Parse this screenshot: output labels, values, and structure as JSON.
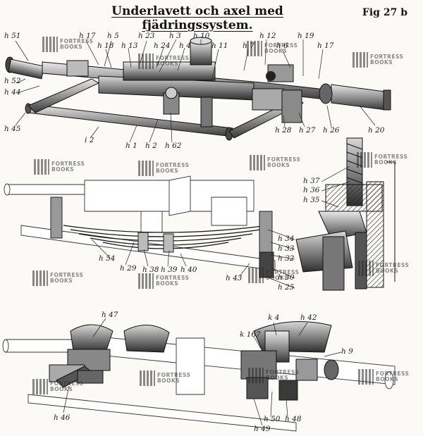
{
  "header": {
    "title": "Underlavett och axel med fjädringssystem.",
    "figure": "Fig 27 b"
  },
  "labels": {
    "h51": "h 51",
    "h17a": "h 17",
    "h5": "h 5",
    "h18": "h 18",
    "h13": "h 13",
    "h23": "h 23",
    "h24": "h 24",
    "h3": "h 3",
    "h4": "h 4",
    "h10": "h 10",
    "h11": "h 11",
    "h7": "h 7",
    "h12": "h 12",
    "h6": "h 6",
    "h19": "h 19",
    "h17b": "h 17",
    "h52": "h 52",
    "h44": "h 44",
    "h45": "h 45",
    "i2": "i 2",
    "h1": "h 1",
    "h2": "h 2",
    "h62": "h 62",
    "h28": "h 28",
    "h27": "h 27",
    "h26": "h 26",
    "h20": "h 20",
    "h37": "h 37",
    "h36": "h 36",
    "h35": "h 35",
    "h34": "h 34",
    "h33": "h 33",
    "h32": "h 32",
    "h30": "h 30",
    "h25": "h 25",
    "h54": "h 54",
    "h29": "h 29",
    "h38": "h 38",
    "h39": "h 39",
    "h40": "h 40",
    "h43": "h 43",
    "h47": "h 47",
    "k4": "k 4",
    "h42": "h 42",
    "k167": "k 167",
    "h9": "h 9",
    "h46": "h 46",
    "h50": "h 50",
    "h48": "h 48",
    "h49": "h 49"
  },
  "watermark": {
    "line1": "FORTRESS",
    "line2": "BOOKS"
  }
}
